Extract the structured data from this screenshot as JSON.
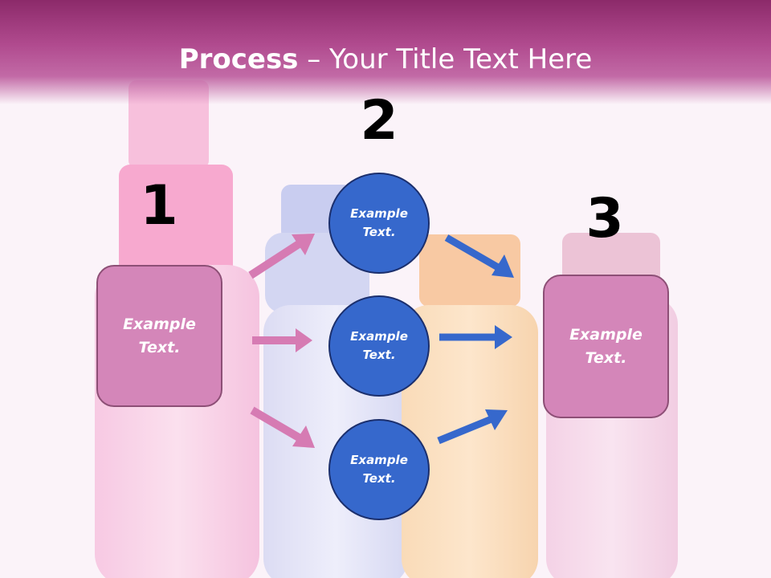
{
  "title": {
    "bold": "Process",
    "rest": " – Your Title Text Here"
  },
  "steps": [
    {
      "number": "1",
      "text": "Example Text."
    },
    {
      "number": "2",
      "items": [
        "Example Text.",
        "Example Text.",
        "Example Text."
      ]
    },
    {
      "number": "3",
      "text": "Example Text."
    }
  ],
  "colors": {
    "header": "#b04a8e",
    "box_fill": "#d486b9",
    "box_border": "#8d4f76",
    "circle_fill": "#3668cc",
    "circle_border": "#1b2f6d",
    "arrow_pink": "#d67bb3",
    "arrow_blue": "#3668cc"
  }
}
